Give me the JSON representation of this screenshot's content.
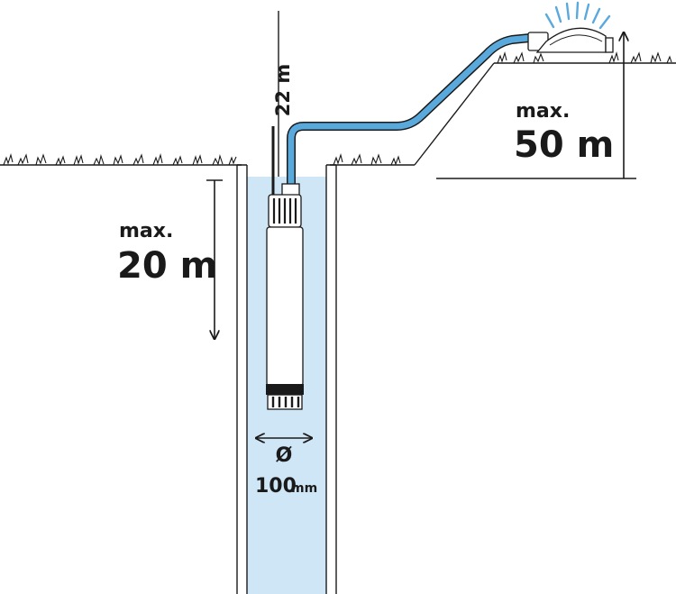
{
  "labels": {
    "cable_length": "22 m",
    "depth_max": "max.",
    "depth_value": "20 m",
    "height_max": "max.",
    "height_value": "50 m",
    "diameter_symbol": "Ø",
    "diameter_value": "100",
    "diameter_unit": "mm"
  },
  "colors": {
    "hose": "#5aa9dc",
    "water": "#cfe6f6",
    "line": "#1a1a1a"
  },
  "icons": [
    "sprinkler-icon",
    "submersible-pump-icon"
  ]
}
